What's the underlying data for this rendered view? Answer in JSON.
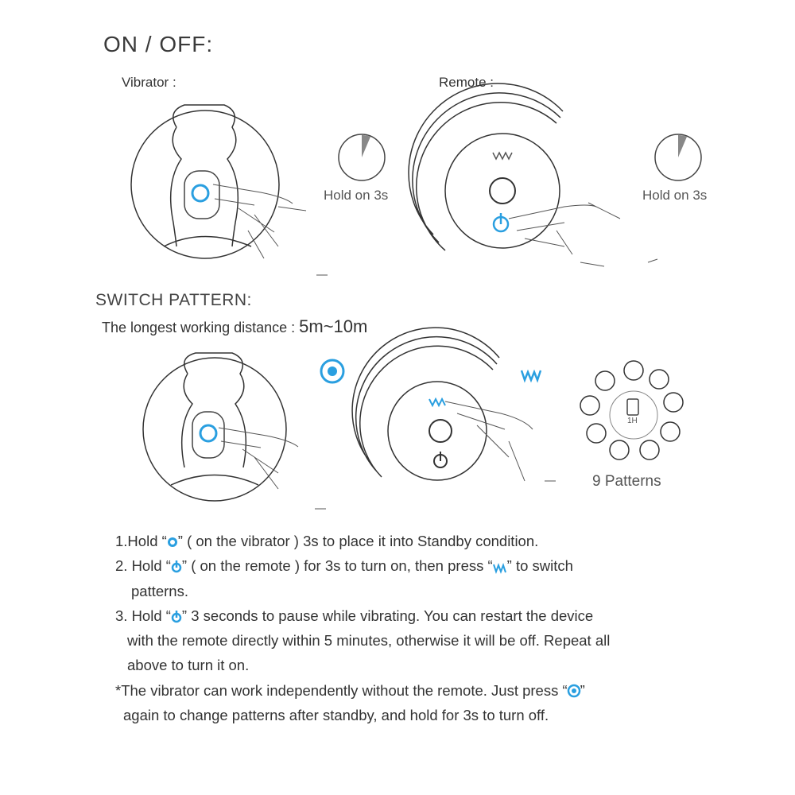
{
  "on_off": {
    "title": "ON / OFF:",
    "vibrator_label": "Vibrator :",
    "remote_label": "Remote :",
    "hold_vibrator": "Hold on 3s",
    "hold_remote": "Hold on 3s"
  },
  "switch_pattern": {
    "title": "SWITCH PATTERN:",
    "distance_label": "The longest working distance : ",
    "distance_value": "5m~10m",
    "patterns_center": "1H",
    "patterns_label": "9 Patterns"
  },
  "instructions": {
    "l1a": "1.Hold  “",
    "l1b": "”  ( on the vibrator ) 3s to place it into Standby condition.",
    "l2a": "2. Hold  “",
    "l2b": "”  ( on the remote ) for 3s to turn on, then press “",
    "l2c": "” to switch",
    "l2d": "patterns.",
    "l3a": "3. Hold  “",
    "l3b": "” 3 seconds to pause while vibrating. You can restart the device",
    "l3c": "with the remote directly within 5 minutes, otherwise it will be off. Repeat all",
    "l3d": "above to turn it on.",
    "n1a": "*The vibrator can work independently without the remote. Just press  “",
    "n1b": "”",
    "n1c": "again to change patterns after standby, and hold for 3s to turn off."
  },
  "colors": {
    "accent": "#2a9fe0",
    "text": "#333333"
  }
}
